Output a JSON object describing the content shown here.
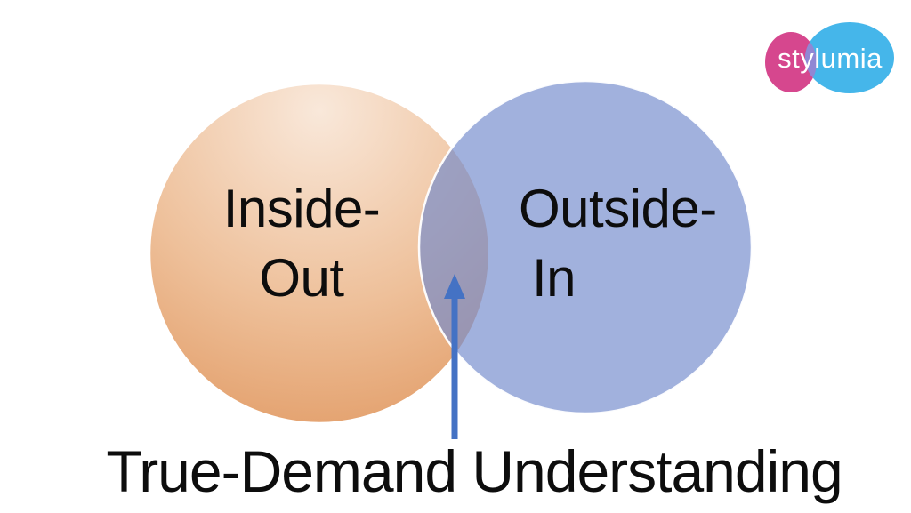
{
  "slide": {
    "background": "#ffffff",
    "caption": "True-Demand Understanding",
    "text_color": "#0d0d0d"
  },
  "diagram": {
    "left_circle": {
      "label_line1": "Inside-",
      "label_line2": "Out",
      "gradient": {
        "top": "#f9e8da",
        "mid": "#eec09a",
        "bottom": "#de9157"
      }
    },
    "right_circle": {
      "label_line1": "Outside-",
      "label_line2": "In",
      "fill": "#7189cb",
      "displayed_color": "#a3b5de"
    },
    "overlap_displayed_color": "#9f96ad",
    "arrow": {
      "color": "#4472c4"
    }
  },
  "logo": {
    "brand": "stylumia",
    "pink_color": "#d6478e",
    "blue_color": "#45b6ea",
    "overlap_color": "#9d7fd0",
    "text_color": "#ffffff"
  }
}
